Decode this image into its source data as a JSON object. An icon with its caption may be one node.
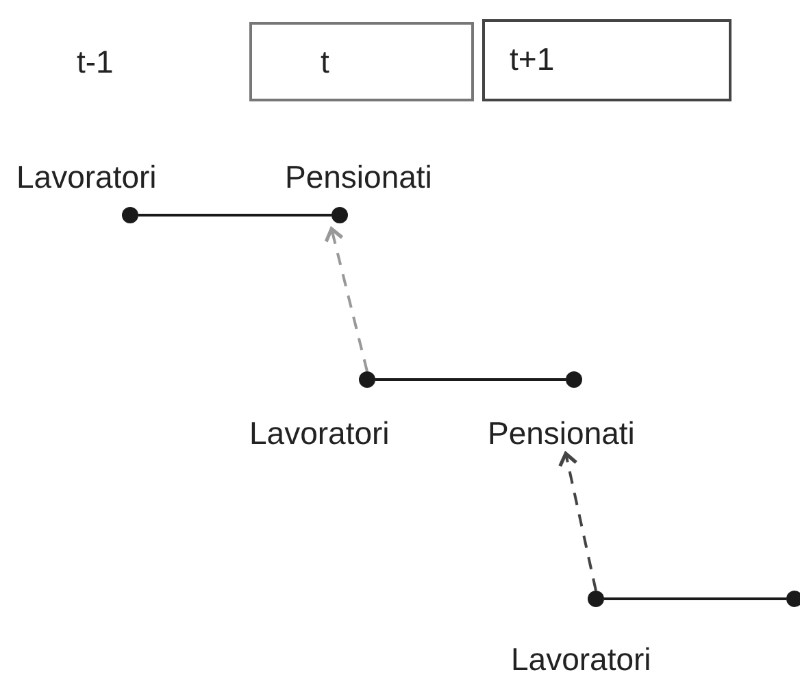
{
  "diagram": {
    "nodes": [
      {
        "text": [
          "t"
        ]
      },
      {
        "text": [
          "t+1"
        ]
      },
      {
        "text": [],
        "shape": "circle",
        "beside": [
          "Lavoratori"
        ]
      },
      {
        "text": [],
        "shape": "circle",
        "beside": [
          "Pensionati"
        ]
      },
      {
        "text": [],
        "shape": "circle",
        "beside": [
          "Lavoratori"
        ]
      },
      {
        "text": [],
        "shape": "circle",
        "beside": [
          "Pensionati"
        ]
      },
      {
        "text": [],
        "shape": "circle",
        "beside": [
          "Lavoratori"
        ]
      },
      {
        "text": [],
        "shape": "circle"
      }
    ],
    "edges": [
      {
        "from": 2,
        "to": 3,
        "arrow": "none"
      },
      {
        "from": 4,
        "to": 5,
        "arrow": "none"
      },
      {
        "from": 6,
        "to": 7,
        "arrow": "none"
      },
      {
        "from": 4,
        "to": 3,
        "arrow": "to",
        "style": "dashed",
        "color": "#999999"
      },
      {
        "from": 6,
        "to": 5,
        "arrow": "to",
        "style": "dashed",
        "color": "#444444"
      }
    ],
    "labels": [
      "t-1"
    ]
  }
}
